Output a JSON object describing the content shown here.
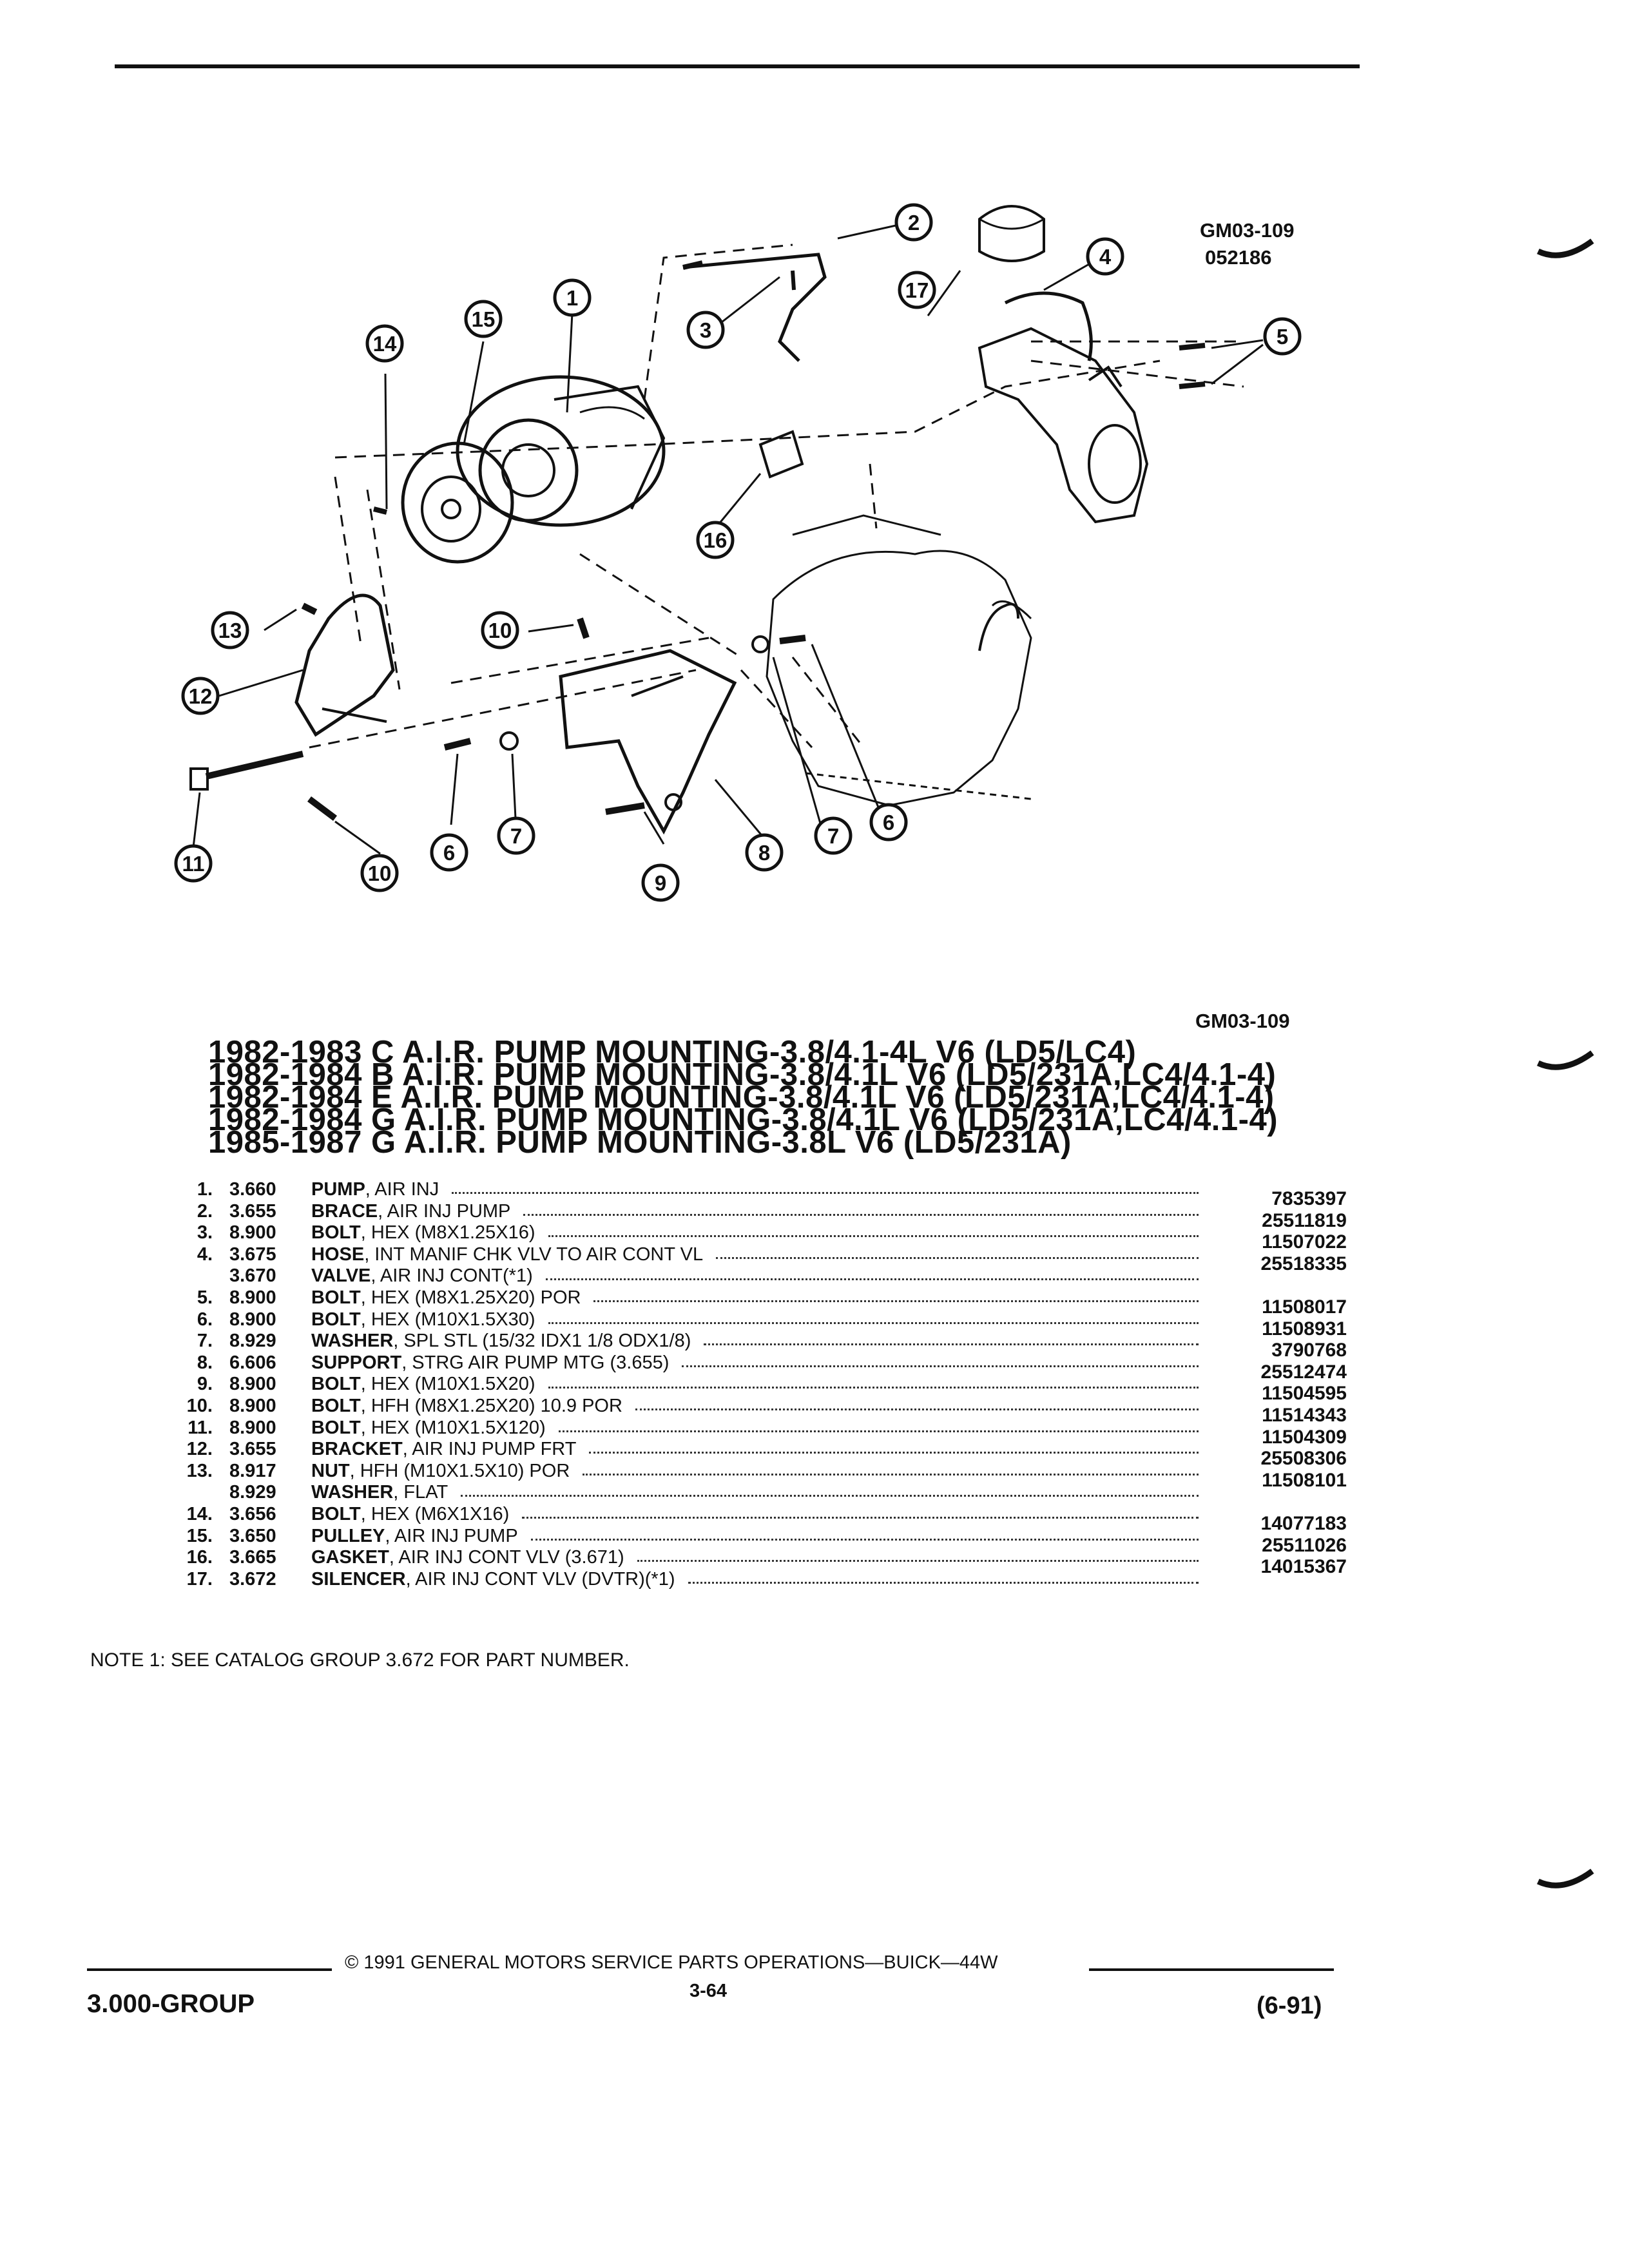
{
  "figure": {
    "id_top": "GM03-109",
    "id_date": "052186",
    "id_bottom": "GM03-109",
    "callouts": [
      "1",
      "2",
      "3",
      "4",
      "5",
      "6",
      "7",
      "8",
      "9",
      "10",
      "11",
      "12",
      "13",
      "14",
      "15",
      "16",
      "17"
    ]
  },
  "titles": [
    "1982-1983 C A.I.R. PUMP MOUNTING-3.8/4.1-4L V6 (LD5/LC4)",
    "1982-1984 B A.I.R. PUMP MOUNTING-3.8/4.1L V6 (LD5/231A,LC4/4.1-4)",
    "1982-1984 E A.I.R. PUMP MOUNTING-3.8/4.1L V6 (LD5/231A,LC4/4.1-4)",
    "1982-1984 G A.I.R. PUMP MOUNTING-3.8/4.1L V6 (LD5/231A,LC4/4.1-4)",
    "1985-1987 G A.I.R. PUMP MOUNTING-3.8L V6 (LD5/231A)"
  ],
  "parts": [
    {
      "num": "1.",
      "group": "3.660",
      "name": "PUMP",
      "sub": ", AIR INJ",
      "pn": "7835397"
    },
    {
      "num": "2.",
      "group": "3.655",
      "name": "BRACE",
      "sub": ", AIR INJ PUMP",
      "pn": "25511819"
    },
    {
      "num": "3.",
      "group": "8.900",
      "name": "BOLT",
      "sub": ", HEX (M8X1.25X16)",
      "pn": "11507022"
    },
    {
      "num": "4.",
      "group": "3.675",
      "name": "HOSE",
      "sub": ", INT MANIF CHK VLV TO AIR CONT VL",
      "pn": "25518335"
    },
    {
      "num": "",
      "group": "3.670",
      "name": "VALVE",
      "sub": ", AIR INJ CONT(*1)",
      "pn": ""
    },
    {
      "num": "5.",
      "group": "8.900",
      "name": "BOLT",
      "sub": ", HEX (M8X1.25X20) POR",
      "pn": "11508017"
    },
    {
      "num": "6.",
      "group": "8.900",
      "name": "BOLT",
      "sub": ", HEX (M10X1.5X30)",
      "pn": "11508931"
    },
    {
      "num": "7.",
      "group": "8.929",
      "name": "WASHER",
      "sub": ", SPL STL (15/32 IDX1 1/8 ODX1/8)",
      "pn": "3790768"
    },
    {
      "num": "8.",
      "group": "6.606",
      "name": "SUPPORT",
      "sub": ", STRG AIR PUMP MTG (3.655)",
      "pn": "25512474"
    },
    {
      "num": "9.",
      "group": "8.900",
      "name": "BOLT",
      "sub": ", HEX (M10X1.5X20)",
      "pn": "11504595"
    },
    {
      "num": "10.",
      "group": "8.900",
      "name": "BOLT",
      "sub": ", HFH (M8X1.25X20) 10.9 POR",
      "pn": "11514343"
    },
    {
      "num": "11.",
      "group": "8.900",
      "name": "BOLT",
      "sub": ", HEX (M10X1.5X120)",
      "pn": "11504309"
    },
    {
      "num": "12.",
      "group": "3.655",
      "name": "BRACKET",
      "sub": ", AIR INJ PUMP FRT",
      "pn": "25508306"
    },
    {
      "num": "13.",
      "group": "8.917",
      "name": "NUT",
      "sub": ", HFH (M10X1.5X10) POR",
      "pn": "11508101"
    },
    {
      "num": "",
      "group": "8.929",
      "name": "WASHER",
      "sub": ", FLAT",
      "pn": ""
    },
    {
      "num": "14.",
      "group": "3.656",
      "name": "BOLT",
      "sub": ", HEX (M6X1X16)",
      "pn": "14077183"
    },
    {
      "num": "15.",
      "group": "3.650",
      "name": "PULLEY",
      "sub": ", AIR INJ PUMP",
      "pn": "25511026"
    },
    {
      "num": "16.",
      "group": "3.665",
      "name": "GASKET",
      "sub": ", AIR INJ CONT VLV (3.671)",
      "pn": "14015367"
    },
    {
      "num": "17.",
      "group": "3.672",
      "name": "SILENCER",
      "sub": ", AIR INJ CONT VLV (DVTR)(*1)",
      "pn": ""
    }
  ],
  "note": "NOTE  1: SEE CATALOG GROUP 3.672 FOR PART NUMBER.",
  "footer": {
    "group": "3.000-GROUP",
    "copyright": "© 1991 GENERAL MOTORS SERVICE PARTS OPERATIONS—BUICK—44W",
    "page": "3-64",
    "date": "(6-91)"
  }
}
